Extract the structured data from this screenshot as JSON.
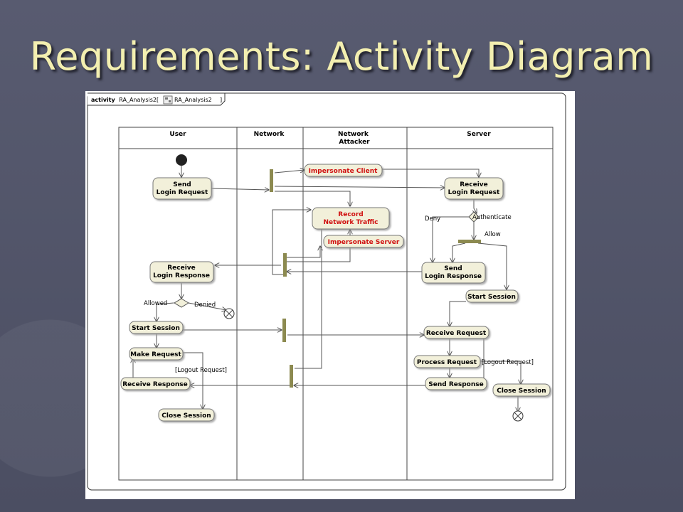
{
  "slide": {
    "title": "Requirements: Activity Diagram"
  },
  "diagram": {
    "frame": {
      "keyword": "activity",
      "name": "RA_Analysis2[",
      "ref_name": "RA_Analysis2",
      "close": "]"
    },
    "lanes": {
      "user": [
        "User"
      ],
      "network": [
        "Network"
      ],
      "attacker": [
        "Network",
        "Attacker"
      ],
      "server": [
        "Server"
      ]
    },
    "actions": {
      "send_login_request": [
        "Send",
        "Login Request"
      ],
      "impersonate_client": [
        "Impersonate Client"
      ],
      "receive_login_request": [
        "Receive",
        "Login Request"
      ],
      "record_network_traffic": [
        "Record",
        "Network Traffic"
      ],
      "impersonate_server": [
        "Impersonate Server"
      ],
      "receive_login_response": [
        "Receive",
        "Login Response"
      ],
      "send_login_response": [
        "Send",
        "Login Response"
      ],
      "start_session_server": [
        "Start Session"
      ],
      "start_session_user": [
        "Start Session"
      ],
      "receive_request": [
        "Receive Request"
      ],
      "make_request": [
        "Make Request"
      ],
      "process_request": [
        "Process Request"
      ],
      "receive_response": [
        "Receive Response"
      ],
      "send_response": [
        "Send Response"
      ],
      "close_session_server": [
        "Close Session"
      ],
      "close_session_user": [
        "Close Session"
      ]
    },
    "edge_labels": {
      "deny": "Deny",
      "authenticate": "Authenticate",
      "allow": "Allow",
      "allowed": "Allowed",
      "denied": "Denied",
      "logout_user": "[Logout Request]",
      "logout_server": "[Logout Request]"
    },
    "colors": {
      "attacker_text": "#d01010",
      "action_fill": "#f2f0da",
      "bar_fill": "#8c8a50",
      "line": "#555555"
    }
  }
}
